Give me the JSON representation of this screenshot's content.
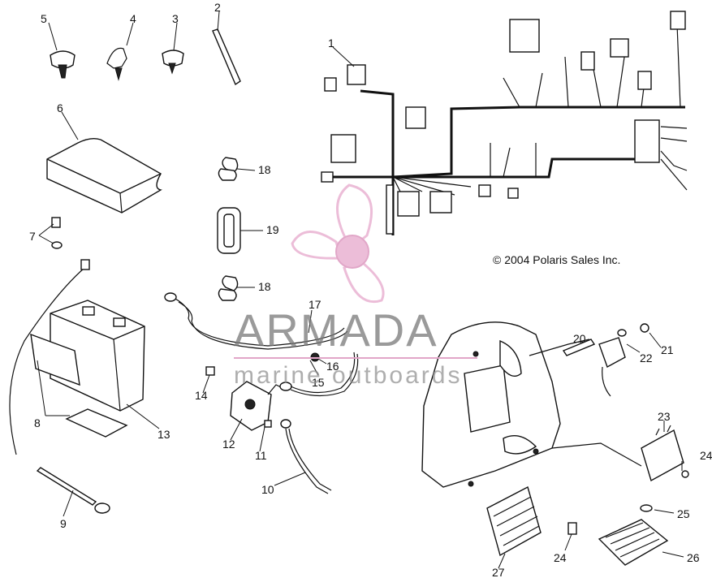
{
  "copyright": "© 2004 Polaris Sales Inc.",
  "watermark": {
    "brand": "ARMADA",
    "tagline": "marine outboards",
    "accent_color": "#e6a8cc"
  },
  "callouts": [
    "1",
    "2",
    "3",
    "4",
    "5",
    "6",
    "7",
    "8",
    "9",
    "10",
    "11",
    "12",
    "13",
    "14",
    "15",
    "16",
    "17",
    "18",
    "18",
    "19",
    "20",
    "21",
    "22",
    "23",
    "24",
    "24",
    "25",
    "26",
    "27"
  ]
}
